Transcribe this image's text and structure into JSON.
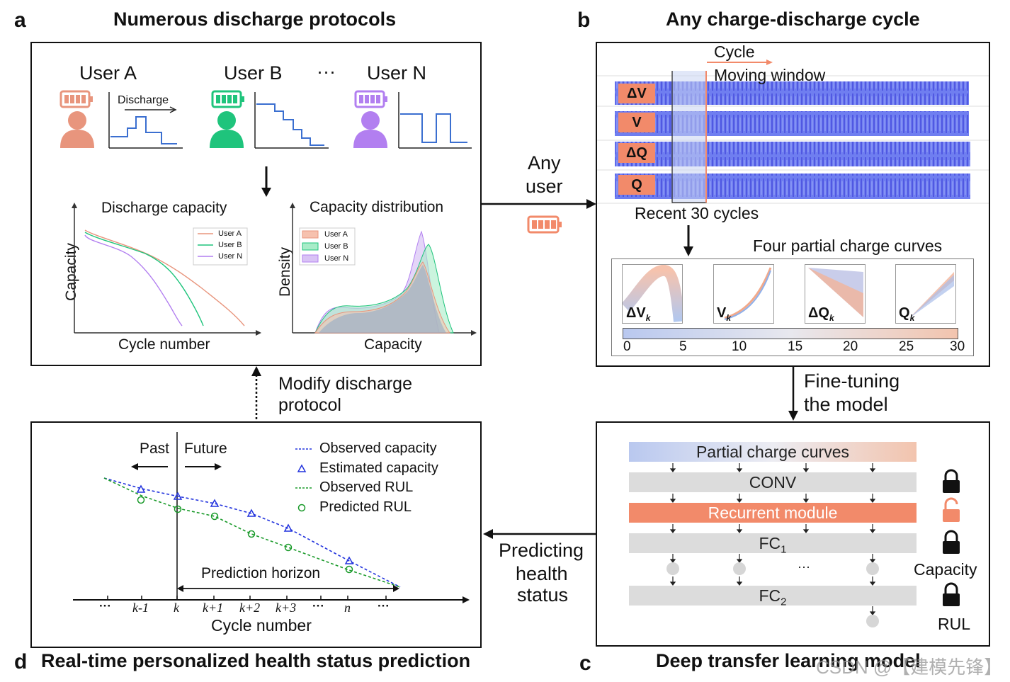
{
  "panel_a": {
    "letter": "a",
    "title": "Numerous discharge protocols",
    "users": [
      "User A",
      "User B",
      "User N"
    ],
    "ellipsis": "···",
    "discharge_label": "Discharge",
    "chart1": {
      "title": "Discharge capacity",
      "xlabel": "Cycle number",
      "ylabel": "Capacity",
      "legend": [
        "User A",
        "User B",
        "User N"
      ]
    },
    "chart2": {
      "title": "Capacity distribution",
      "xlabel": "Capacity",
      "ylabel": "Density",
      "legend": [
        "User A",
        "User B",
        "User N"
      ]
    }
  },
  "panel_b": {
    "letter": "b",
    "title": "Any charge-discharge cycle",
    "cycle_label": "Cycle",
    "window_label": "Moving window",
    "signals": [
      "ΔV",
      "V",
      "ΔQ",
      "Q"
    ],
    "recent_label": "Recent 30 cycles",
    "curves_label": "Four partial charge curves",
    "curve_names": [
      "ΔV",
      "V",
      "ΔQ",
      "Q"
    ],
    "curve_sub": "k",
    "colorbar_ticks": [
      "0",
      "5",
      "10",
      "15",
      "20",
      "25",
      "30"
    ]
  },
  "panel_c": {
    "letter": "c",
    "title": "Deep transfer learning model",
    "layers": [
      "Partial charge curves",
      "CONV",
      "Recurrent  module",
      "FC",
      "FC"
    ],
    "fc1_sub": "1",
    "fc2_sub": "2",
    "dots": "···",
    "capacity_label": "Capacity",
    "rul_label": "RUL"
  },
  "panel_d": {
    "letter": "d",
    "title": "Real-time personalized health status prediction",
    "past": "Past",
    "future": "Future",
    "legend": [
      "Observed capacity",
      "Estimated capacity",
      "Observed RUL",
      "Predicted RUL"
    ],
    "horizon": "Prediction horizon",
    "xlabel": "Cycle number",
    "ticks": [
      "···",
      "k-1",
      "k",
      "k+1",
      "k+2",
      "k+3",
      "···",
      "n",
      "···"
    ]
  },
  "connectors": {
    "any_user": [
      "Any",
      "user"
    ],
    "fine_tuning": [
      "Fine-tuning",
      "the model"
    ],
    "predicting": [
      "Predicting",
      "health",
      "status"
    ],
    "modify": [
      "Modify discharge",
      "protocol"
    ]
  },
  "watermark": "CSDN @【建模先锋】",
  "colors": {
    "userA": "#e8957d",
    "userB": "#1fc47c",
    "userN": "#b27ff0",
    "accent": "#f28a6a",
    "blue": "#3a4fe0",
    "green": "#1a9a2a"
  }
}
